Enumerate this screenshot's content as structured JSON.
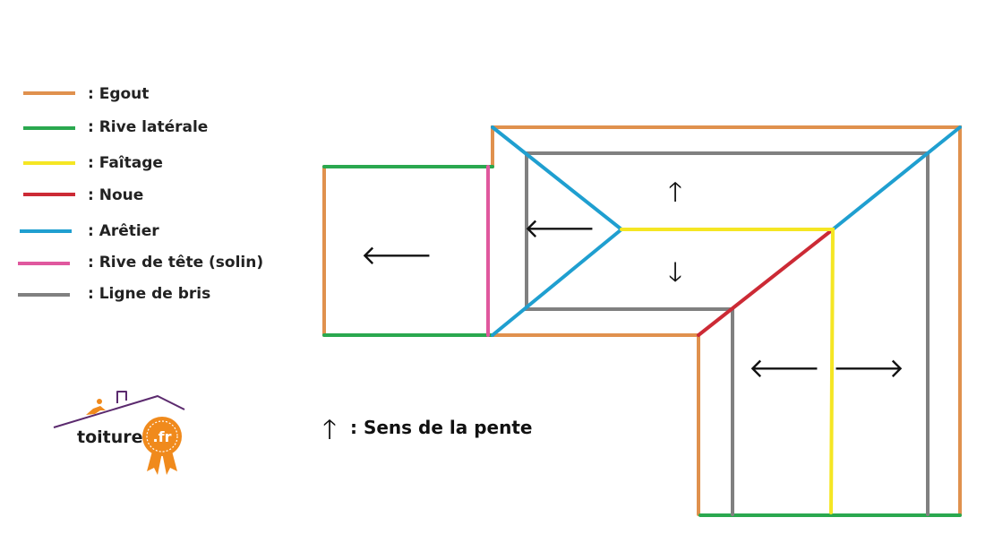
{
  "colors": {
    "egout": "#e0914e",
    "rive_laterale": "#2aa84f",
    "faitage": "#f5e623",
    "noue": "#cc2a35",
    "aretier": "#1f9fd0",
    "rive_de_tete": "#e0589e",
    "ligne_de_bris": "#808080",
    "logo_purple": "#5b2a6e",
    "logo_orange": "#f08a1c"
  },
  "legend": [
    {
      "key": "egout",
      "label": ": Egout",
      "color": "#e0914e"
    },
    {
      "key": "rive_laterale",
      "label": ": Rive latérale",
      "color": "#2aa84f"
    },
    {
      "key": "faitage",
      "label": ": Faîtage",
      "color": "#f5e623"
    },
    {
      "key": "noue",
      "label": ": Noue",
      "color": "#cc2a35"
    },
    {
      "key": "aretier",
      "label": ": Arêtier",
      "color": "#1f9fd0"
    },
    {
      "key": "rive_de_tete",
      "label": ": Rive de tête (solin)",
      "color": "#e0589e"
    },
    {
      "key": "ligne_de_bris",
      "label": ": Ligne de bris",
      "color": "#808080"
    }
  ],
  "slope_arrows": {
    "up": "🡑",
    "down": "🡓",
    "left": "🡐",
    "right": "🡒"
  },
  "slope_caption": {
    "arrow": "🡑",
    "text": ": Sens de la pente"
  },
  "logo": {
    "text": "toiture",
    "badge": ".fr"
  }
}
